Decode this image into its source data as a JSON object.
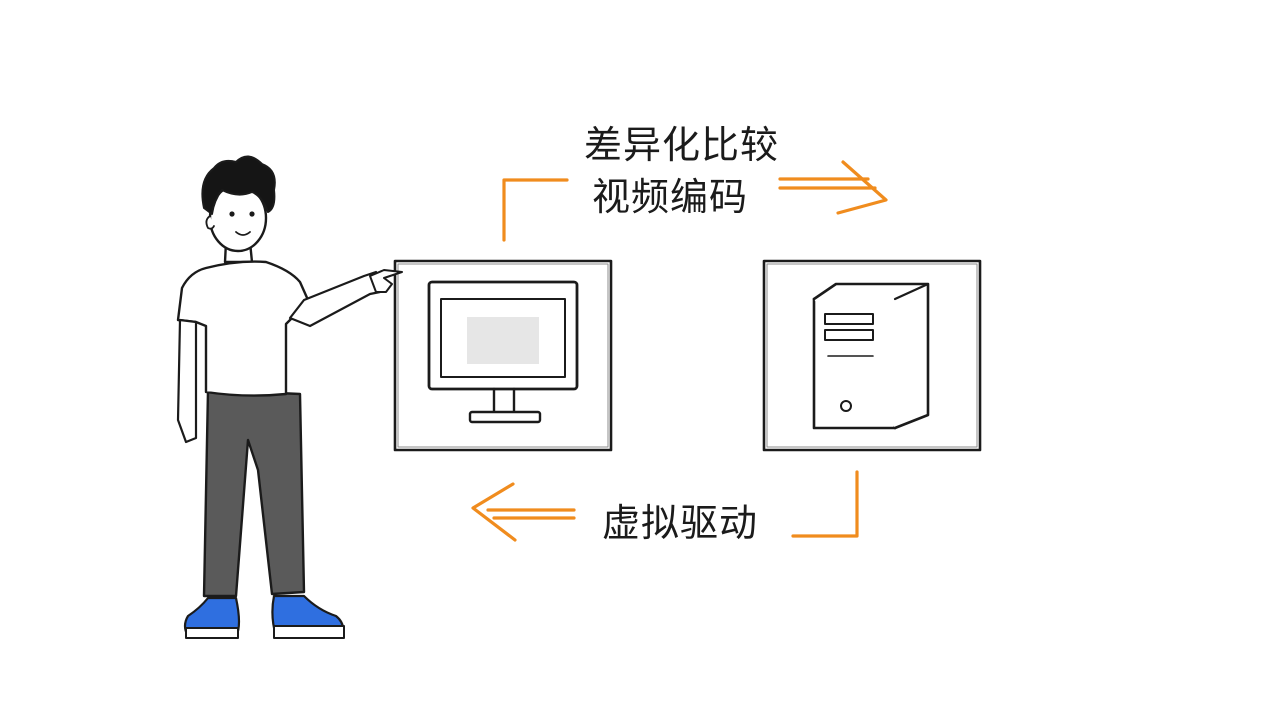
{
  "labels": {
    "top_line_1": "差异化比较",
    "top_line_2": "视频编码",
    "bottom": "虚拟驱动"
  },
  "colors": {
    "ink": "#1b1b1b",
    "arrow": "#f08c1e",
    "shirt": "#ffffff",
    "pants": "#5a5a5a",
    "shoes": "#2f6fe0",
    "hair": "#151515",
    "screen_fill": "#e6e6e6"
  },
  "icons": {
    "left_box": "monitor-icon",
    "right_box": "computer-tower-icon",
    "person": "presenter-figure"
  }
}
